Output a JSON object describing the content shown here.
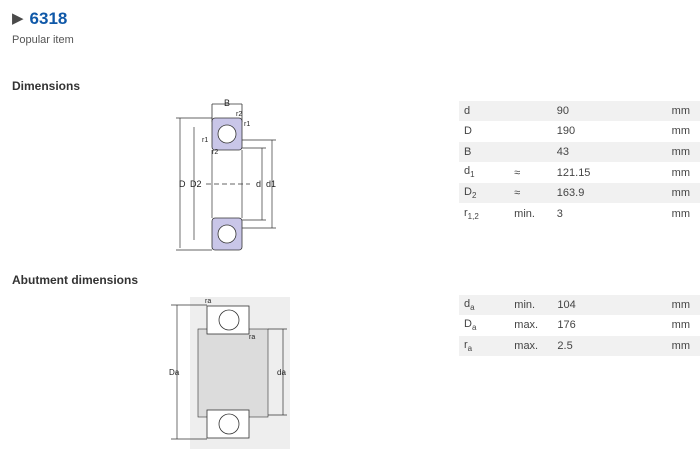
{
  "header": {
    "title": "6318",
    "subtitle": "Popular item"
  },
  "sections": {
    "dimensions": "Dimensions",
    "abutment": "Abutment dimensions"
  },
  "drawing1_labels": {
    "B": "B",
    "r2_top": "r2",
    "r1_top": "r1",
    "r1_left": "r1",
    "r2_left": "r2",
    "D": "D",
    "D2": "D2",
    "d": "d",
    "d1": "d1"
  },
  "drawing2_labels": {
    "ra_top": "ra",
    "ra_right": "ra",
    "Da": "Da",
    "da": "da"
  },
  "dimensions": [
    {
      "symbol": "d",
      "sub": "",
      "qualifier": "",
      "value": "90",
      "unit": "mm"
    },
    {
      "symbol": "D",
      "sub": "",
      "qualifier": "",
      "value": "190",
      "unit": "mm"
    },
    {
      "symbol": "B",
      "sub": "",
      "qualifier": "",
      "value": "43",
      "unit": "mm"
    },
    {
      "symbol": "d",
      "sub": "1",
      "qualifier": "≈",
      "value": "121.15",
      "unit": "mm"
    },
    {
      "symbol": "D",
      "sub": "2",
      "qualifier": "≈",
      "value": "163.9",
      "unit": "mm"
    },
    {
      "symbol": "r",
      "sub": "1,2",
      "qualifier": "min.",
      "value": "3",
      "unit": "mm"
    }
  ],
  "abutment": [
    {
      "symbol": "d",
      "sub": "a",
      "qualifier": "min.",
      "value": "104",
      "unit": "mm"
    },
    {
      "symbol": "D",
      "sub": "a",
      "qualifier": "max.",
      "value": "176",
      "unit": "mm"
    },
    {
      "symbol": "r",
      "sub": "a",
      "qualifier": "max.",
      "value": "2.5",
      "unit": "mm"
    }
  ],
  "colors": {
    "title": "#0f58a8",
    "ring_fill": "#c9c6e8",
    "row_stripe": "#f1f1f1",
    "shaft": "#e4e4e4"
  }
}
